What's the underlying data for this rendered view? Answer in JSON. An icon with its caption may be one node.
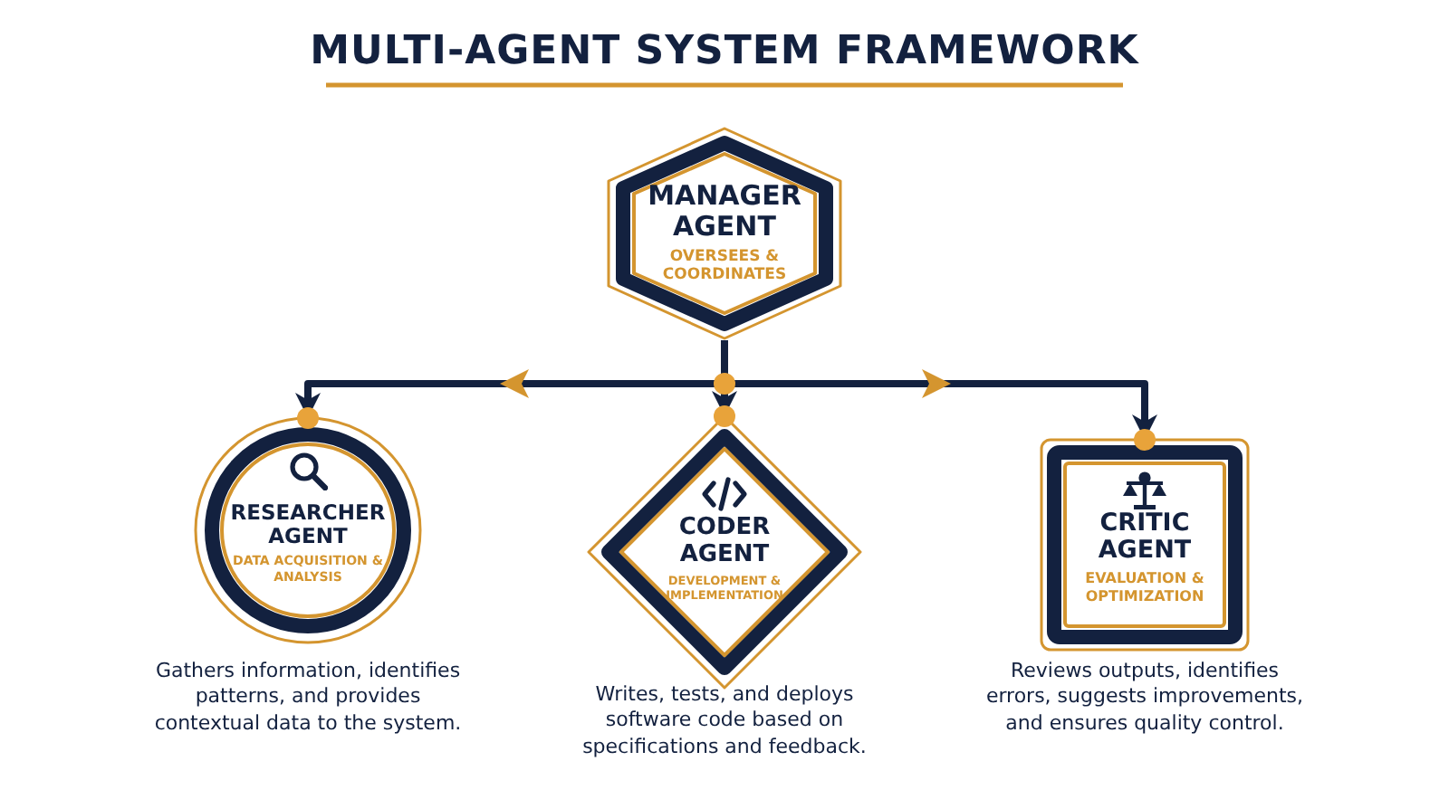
{
  "diagram": {
    "title": "MULTI-AGENT SYSTEM FRAMEWORK",
    "nodes": [
      {
        "text": [
          "MANAGER AGENT",
          "OVERSEES & COORDINATES"
        ]
      },
      {
        "text": [
          "RESEARCHER AGENT",
          "DATA ACQUISITION & ANALYSIS"
        ],
        "beside": [
          "Gathers information, identifies patterns, and provides contextual data to the system."
        ]
      },
      {
        "text": [
          "CODER AGENT",
          "DEVELOPMENT & IMPLEMENTATION"
        ],
        "beside": [
          "Writes, tests, and deploys software code based on specifications and feedback."
        ]
      },
      {
        "text": [
          "CRITIC AGENT",
          "EVALUATION & OPTIMIZATION"
        ],
        "beside": [
          "Reviews outputs, identifies errors, suggests improvements, and ensures quality control."
        ]
      }
    ],
    "edges": [
      {
        "from": 0,
        "to": 1,
        "arrow": "to"
      },
      {
        "from": 0,
        "to": 2,
        "arrow": "to"
      },
      {
        "from": 0,
        "to": 3,
        "arrow": "to"
      }
    ]
  }
}
